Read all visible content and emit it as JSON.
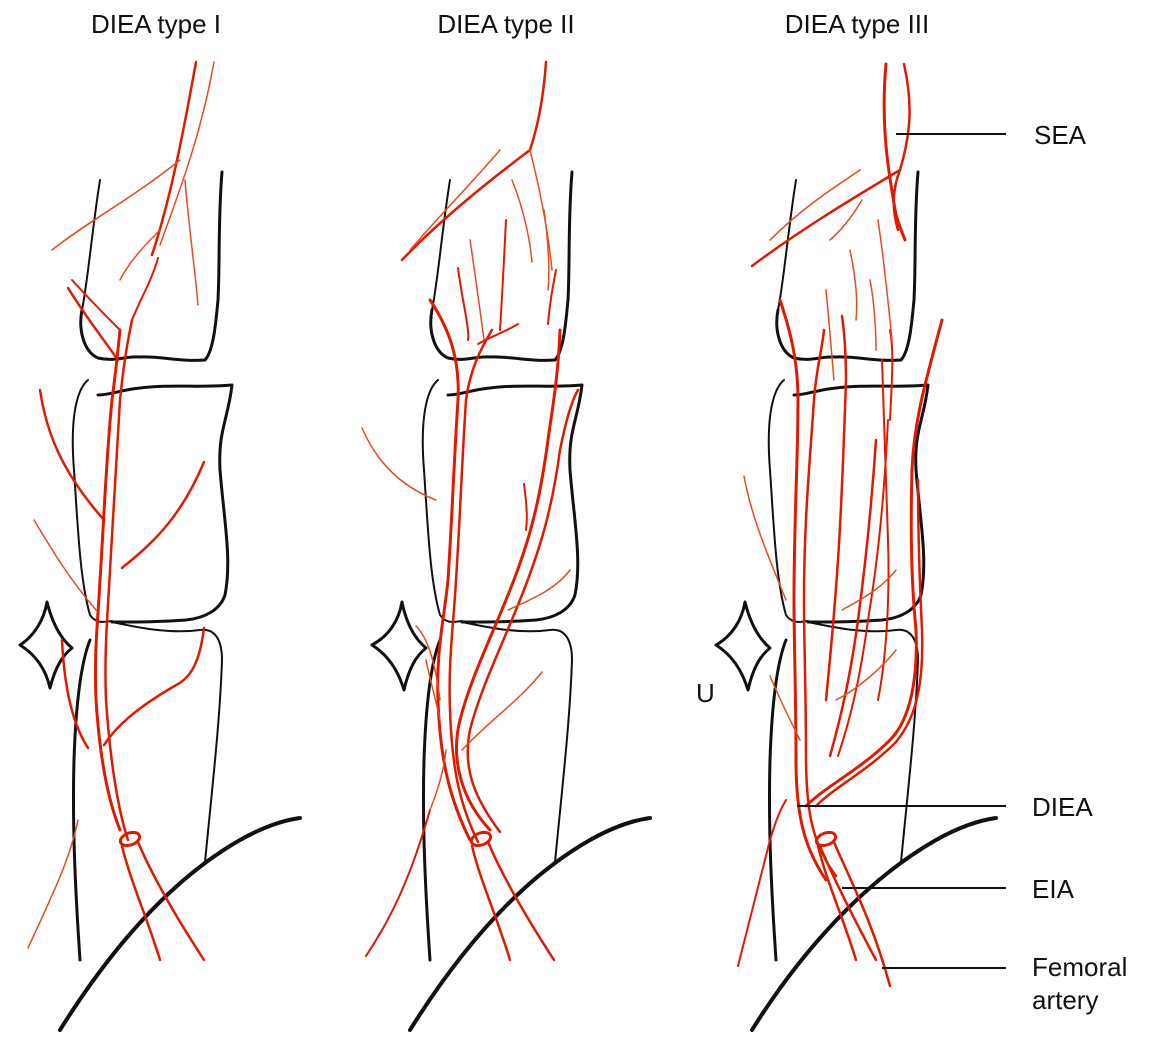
{
  "panels": [
    {
      "title": "DIEA type I"
    },
    {
      "title": "DIEA type II"
    },
    {
      "title": "DIEA type III"
    }
  ],
  "labels": {
    "sea": "SEA",
    "diea": "DIEA",
    "eia": "EIA",
    "femoral_line1": "Femoral",
    "femoral_line2": "artery",
    "u": "U"
  },
  "colors": {
    "artery": "#e01a00",
    "outline": "#151010",
    "text": "#111111"
  }
}
